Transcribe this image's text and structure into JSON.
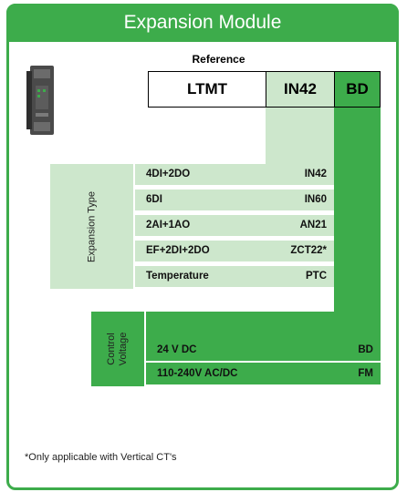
{
  "header": {
    "title": "Expansion Module"
  },
  "reference": {
    "label": "Reference",
    "parts": [
      {
        "code": "LTMT"
      },
      {
        "code": "IN42"
      },
      {
        "code": "BD"
      }
    ]
  },
  "expansion_type": {
    "label": "Expansion Type",
    "rows": [
      {
        "name": "4DI+2DO",
        "code": "IN42"
      },
      {
        "name": "6DI",
        "code": "IN60"
      },
      {
        "name": "2AI+1AO",
        "code": "AN21"
      },
      {
        "name": "EF+2DI+2DO",
        "code": "ZCT22*"
      },
      {
        "name": "Temperature",
        "code": "PTC"
      }
    ]
  },
  "control_voltage": {
    "label": "Control\nVoltage",
    "rows": [
      {
        "name": "24 V DC",
        "code": "BD"
      },
      {
        "name": "110-240V AC/DC",
        "code": "FM"
      }
    ]
  },
  "footnote": "*Only applicable with Vertical CT's",
  "colors": {
    "accent": "#3dac4b",
    "light": "#cde7cc"
  }
}
